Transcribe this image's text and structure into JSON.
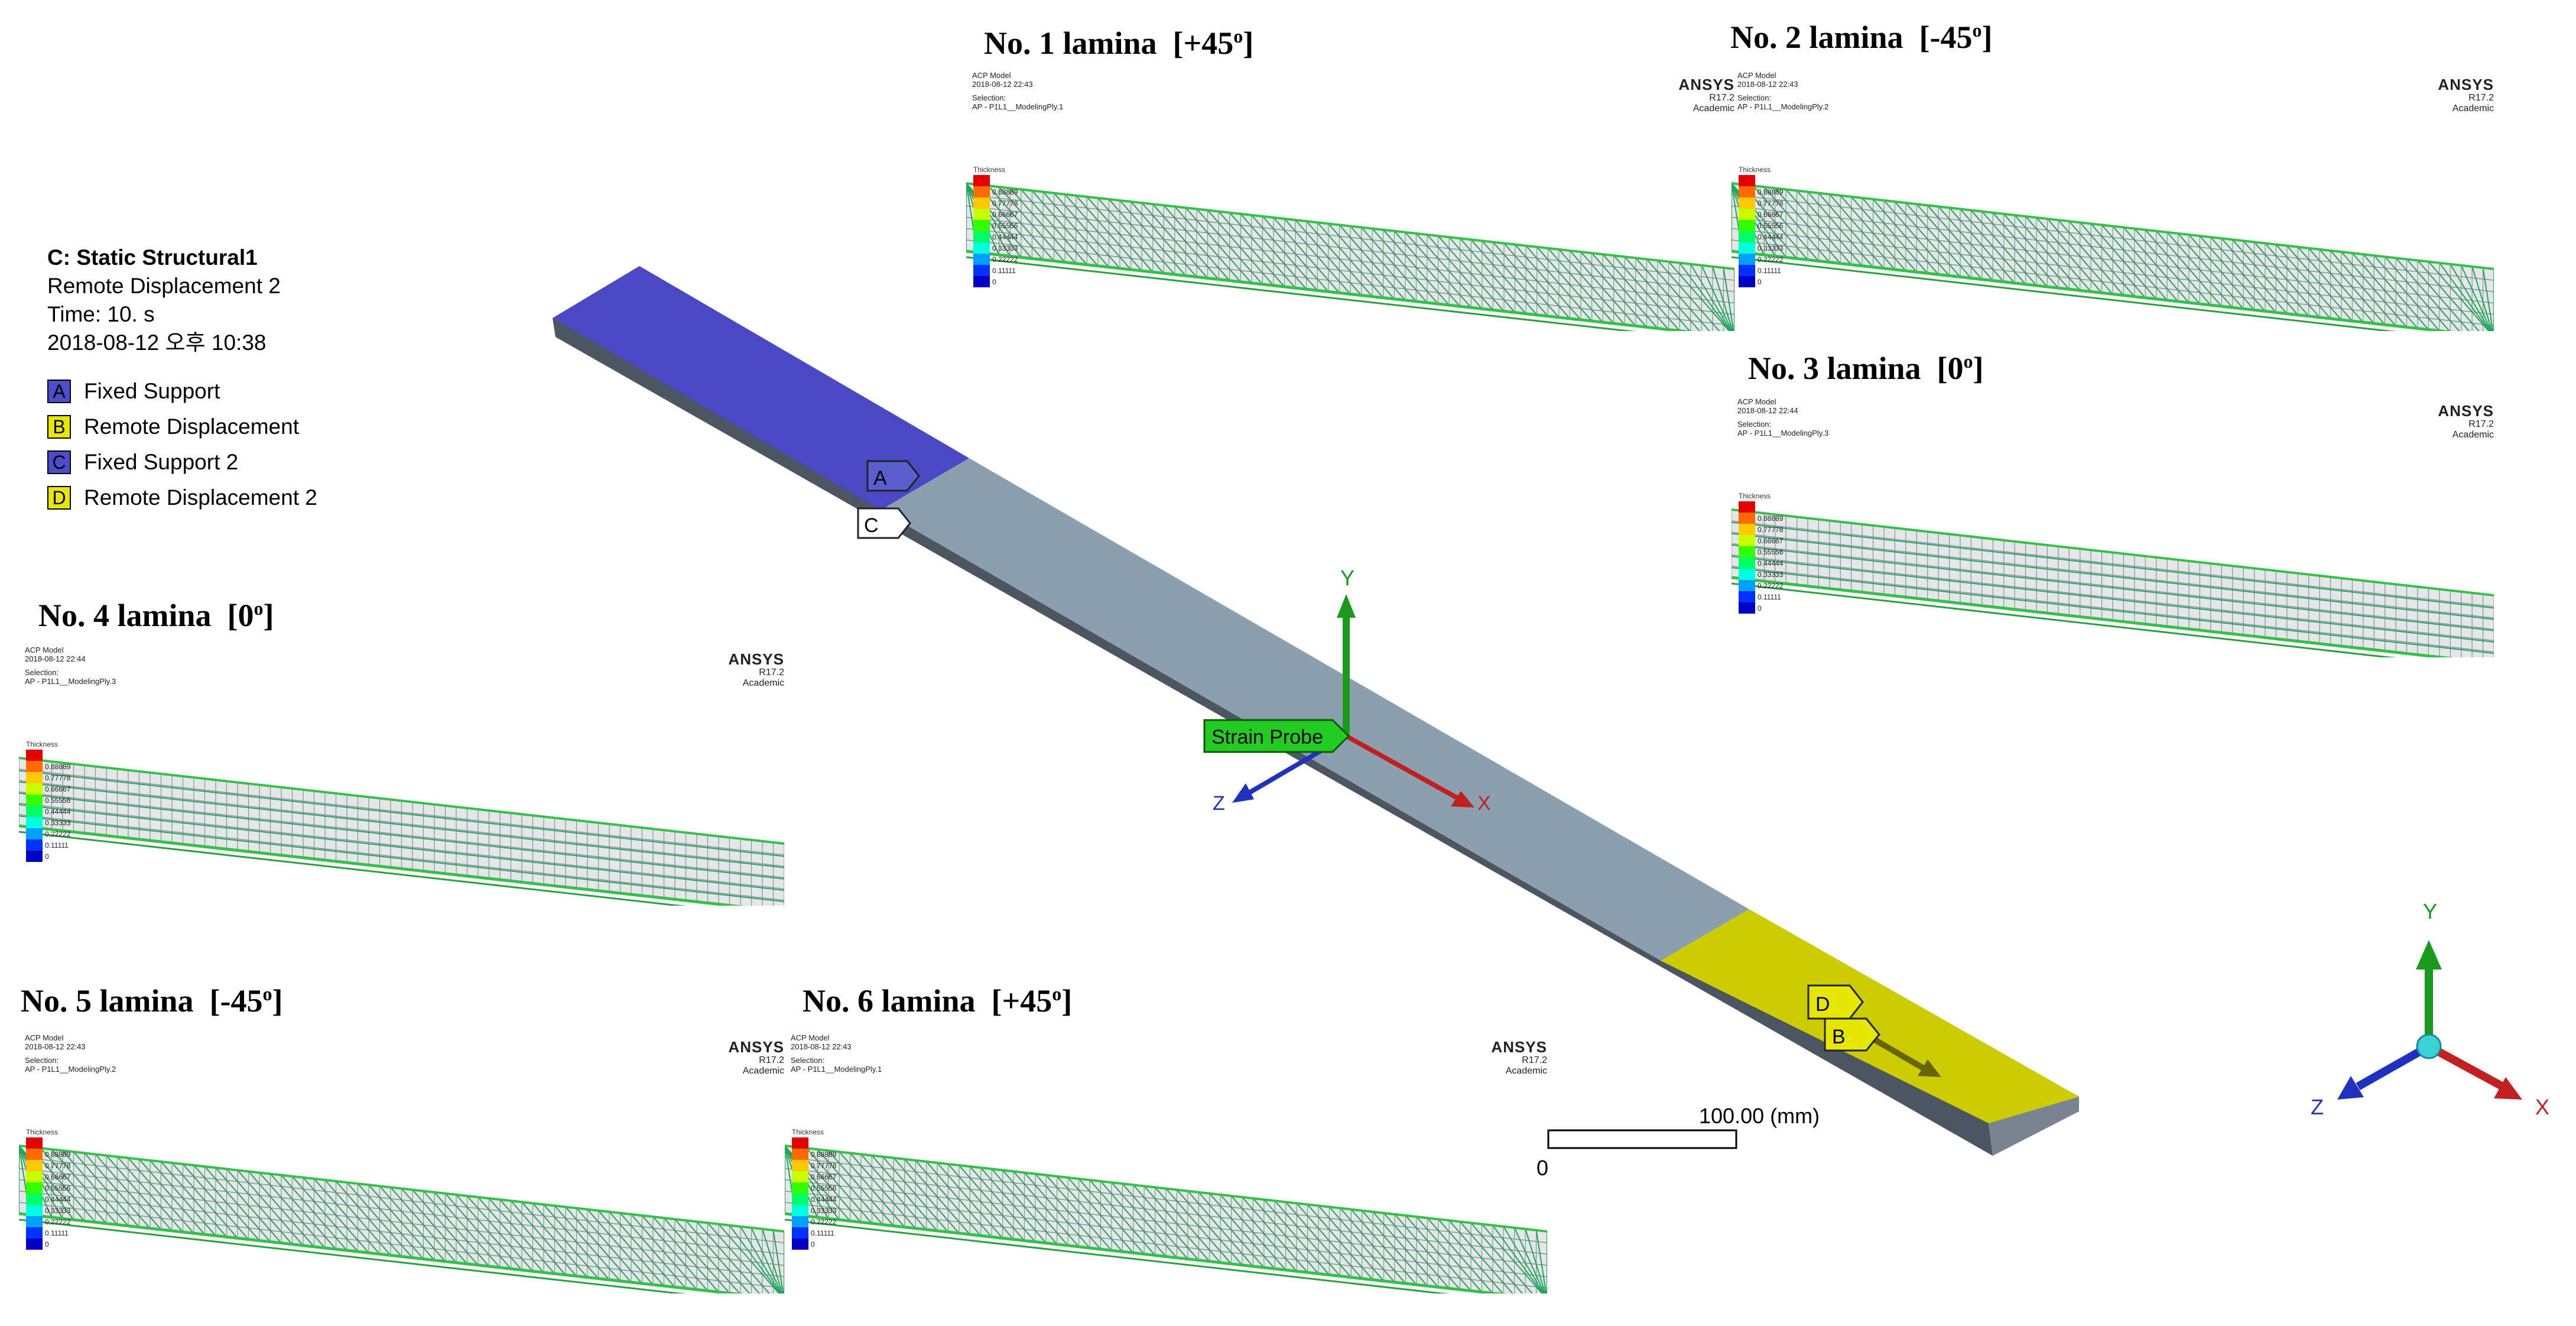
{
  "analysis": {
    "title": "C: Static Structural1",
    "subtitle": "Remote Displacement 2",
    "time": "Time: 10. s",
    "date": "2018-08-12 오후 10:38",
    "boundary_conditions": [
      {
        "key": "A",
        "label": "Fixed Support",
        "color": "#4a4fc9"
      },
      {
        "key": "B",
        "label": "Remote Displacement",
        "color": "#e6e600"
      },
      {
        "key": "C",
        "label": "Fixed Support 2",
        "color": "#4a4fc9"
      },
      {
        "key": "D",
        "label": "Remote Displacement 2",
        "color": "#e6e600"
      }
    ]
  },
  "model": {
    "probe_label": "Strain Probe",
    "tags": [
      "A",
      "C",
      "D",
      "B"
    ],
    "axis_labels": {
      "y": "Y",
      "x": "X",
      "z": "Z"
    },
    "scale_label": "100.00 (mm)",
    "scale_zero": "0"
  },
  "triad": {
    "y": "Y",
    "x": "X",
    "z": "Z"
  },
  "laminas": [
    {
      "title": "No. 1 lamina",
      "angle": "[+45",
      "deg": "o",
      "close": "]",
      "hdr1": "ACP Model",
      "hdr2": "2018-08-12 22:43",
      "hdr3": "Selection:",
      "hdr4": "AP - P1L1__ModelingPly.1",
      "brand": "ANSYS",
      "version": "R17.2",
      "edition": "Academic",
      "hatch": "diag"
    },
    {
      "title": "No. 2 lamina",
      "angle": "[-45",
      "deg": "o",
      "close": "]",
      "hdr1": "ACP Model",
      "hdr2": "2018-08-12 22:43",
      "hdr3": "Selection:",
      "hdr4": "AP - P1L1__ModelingPly.2",
      "brand": "ANSYS",
      "version": "R17.2",
      "edition": "Academic",
      "hatch": "diag"
    },
    {
      "title": "No. 3 lamina",
      "angle": "[0",
      "deg": "o",
      "close": "]",
      "hdr1": "ACP Model",
      "hdr2": "2018-08-12 22:44",
      "hdr3": "Selection:",
      "hdr4": "AP - P1L1__ModelingPly.3",
      "brand": "ANSYS",
      "version": "R17.2",
      "edition": "Academic",
      "hatch": "grid"
    },
    {
      "title": "No. 4 lamina",
      "angle": "[0",
      "deg": "o",
      "close": "]",
      "hdr1": "ACP Model",
      "hdr2": "2018-08-12 22:44",
      "hdr3": "Selection:",
      "hdr4": "AP - P1L1__ModelingPly.3",
      "brand": "ANSYS",
      "version": "R17.2",
      "edition": "Academic",
      "hatch": "grid"
    },
    {
      "title": "No. 5 lamina",
      "angle": "[-45",
      "deg": "o",
      "close": "]",
      "hdr1": "ACP Model",
      "hdr2": "2018-08-12 22:43",
      "hdr3": "Selection:",
      "hdr4": "AP - P1L1__ModelingPly.2",
      "brand": "ANSYS",
      "version": "R17.2",
      "edition": "Academic",
      "hatch": "diag"
    },
    {
      "title": "No. 6 lamina",
      "angle": "[+45",
      "deg": "o",
      "close": "]",
      "hdr1": "ACP Model",
      "hdr2": "2018-08-12 22:43",
      "hdr3": "Selection:",
      "hdr4": "AP - P1L1__ModelingPly.1",
      "brand": "ANSYS",
      "version": "R17.2",
      "edition": "Academic",
      "hatch": "diag"
    }
  ],
  "legend": {
    "title": "Thickness",
    "levels": [
      "",
      "0.88889",
      "0.77778",
      "0.66667",
      "0.55556",
      "0.44444",
      "0.33333",
      "0.22222",
      "0.11111",
      "0"
    ],
    "colors": [
      "#e60000",
      "#ff6a00",
      "#ffc800",
      "#c8ff00",
      "#32ff00",
      "#00ff64",
      "#00ffdc",
      "#00a0ff",
      "#0032ff",
      "#0000c8"
    ]
  }
}
